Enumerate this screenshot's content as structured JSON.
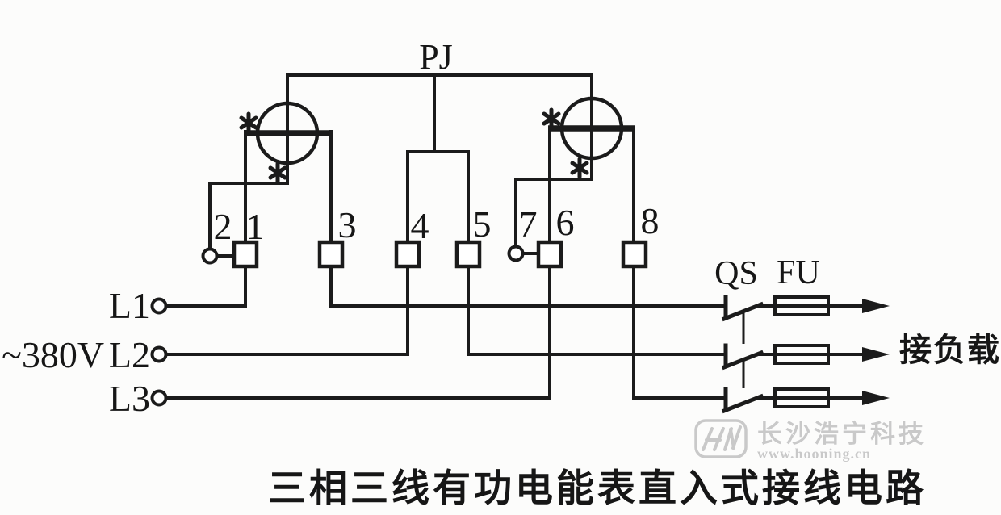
{
  "diagram": {
    "meter_label": "PJ",
    "supply": {
      "voltage_label": "~380V",
      "phase_labels": [
        "L1",
        "L2",
        "L3"
      ]
    },
    "terminal_labels": [
      "2",
      "1",
      "3",
      "4",
      "5",
      "7",
      "6",
      "8"
    ],
    "switch_label": "QS",
    "fuse_label": "FU",
    "load_label": "接负载",
    "icons": {
      "polarity_mark": "asterisk",
      "supply_terminal": "open-circle",
      "load_direction": "arrow-right"
    }
  },
  "caption": "三相三线有功电能表直入式接线电路",
  "watermark": {
    "logo_text": "HN",
    "company": "长沙浩宁科技",
    "website": "www.hooning.cn"
  },
  "colors": {
    "ink": "#1b1b1b",
    "paper": "#fcfcfb",
    "watermark_gray": "#c9c9c9"
  }
}
